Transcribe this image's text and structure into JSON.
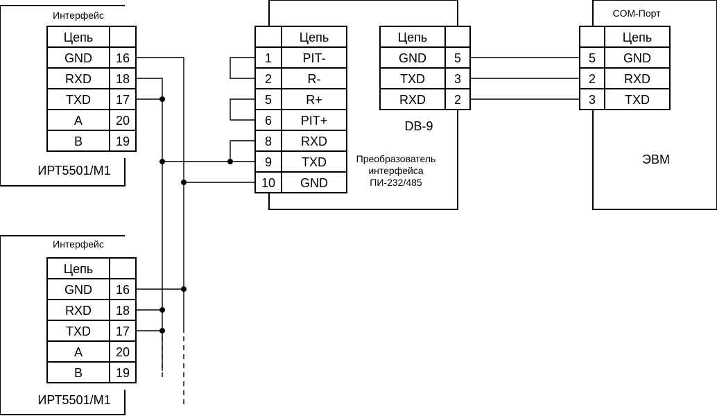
{
  "devices": [
    {
      "header": "Интерфейс",
      "name": "ИРТ5501/М1",
      "table_header": "Цепь",
      "rows": [
        {
          "signal": "GND",
          "pin": "16"
        },
        {
          "signal": "RXD",
          "pin": "18"
        },
        {
          "signal": "TXD",
          "pin": "17"
        },
        {
          "signal": "A",
          "pin": "20"
        },
        {
          "signal": "B",
          "pin": "19"
        }
      ]
    },
    {
      "header": "Интерфейс",
      "name": "ИРТ5501/М1",
      "table_header": "Цепь",
      "rows": [
        {
          "signal": "GND",
          "pin": "16"
        },
        {
          "signal": "RXD",
          "pin": "18"
        },
        {
          "signal": "TXD",
          "pin": "17"
        },
        {
          "signal": "A",
          "pin": "20"
        },
        {
          "signal": "B",
          "pin": "19"
        }
      ]
    }
  ],
  "converter": {
    "label_line1": "Преобразователь",
    "label_line2": "интерфейса",
    "label_line3": "ПИ-232/485",
    "table_header": "Цепь",
    "rows": [
      {
        "pin": "1",
        "signal": "PIT-"
      },
      {
        "pin": "2",
        "signal": "R-"
      },
      {
        "pin": "5",
        "signal": "R+"
      },
      {
        "pin": "6",
        "signal": "PIT+"
      },
      {
        "pin": "8",
        "signal": "RXD"
      },
      {
        "pin": "9",
        "signal": "TXD"
      },
      {
        "pin": "10",
        "signal": "GND"
      }
    ],
    "db9": {
      "label": "DB-9",
      "table_header": "Цепь",
      "rows": [
        {
          "signal": "GND",
          "pin": "5"
        },
        {
          "signal": "TXD",
          "pin": "3"
        },
        {
          "signal": "RXD",
          "pin": "2"
        }
      ]
    }
  },
  "computer": {
    "header": "COM-Порт",
    "name": "ЭВМ",
    "table_header": "Цепь",
    "rows": [
      {
        "pin": "5",
        "signal": "GND"
      },
      {
        "pin": "2",
        "signal": "RXD"
      },
      {
        "pin": "3",
        "signal": "TXD"
      }
    ]
  }
}
